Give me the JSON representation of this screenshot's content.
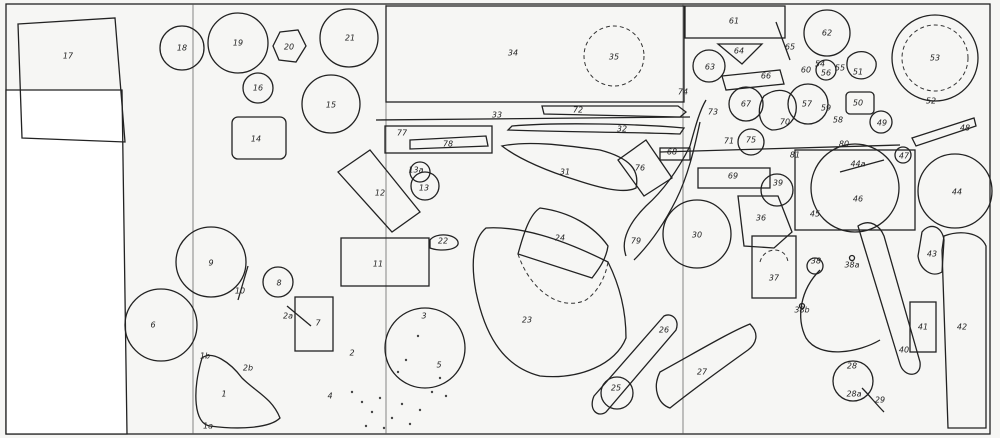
{
  "labels": [
    "1",
    "1a",
    "1b",
    "2",
    "2a",
    "2b",
    "3",
    "4",
    "5",
    "6",
    "7",
    "8",
    "9",
    "10",
    "11",
    "12",
    "13",
    "13a",
    "14",
    "15",
    "16",
    "17",
    "18",
    "19",
    "20",
    "21",
    "22",
    "23",
    "24",
    "25",
    "26",
    "27",
    "28",
    "28a",
    "29",
    "30",
    "31",
    "32",
    "33",
    "34",
    "35",
    "36",
    "37",
    "38",
    "38a",
    "38b",
    "39",
    "40",
    "41",
    "42",
    "43",
    "44",
    "44a",
    "45",
    "46",
    "47",
    "48",
    "49",
    "50",
    "51",
    "52",
    "53",
    "54",
    "55",
    "56",
    "57",
    "58",
    "59",
    "60",
    "61",
    "62",
    "63",
    "64",
    "65",
    "66",
    "67",
    "68",
    "69",
    "70",
    "71",
    "72",
    "73",
    "74",
    "75",
    "76",
    "77",
    "78",
    "79",
    "80",
    "81"
  ]
}
